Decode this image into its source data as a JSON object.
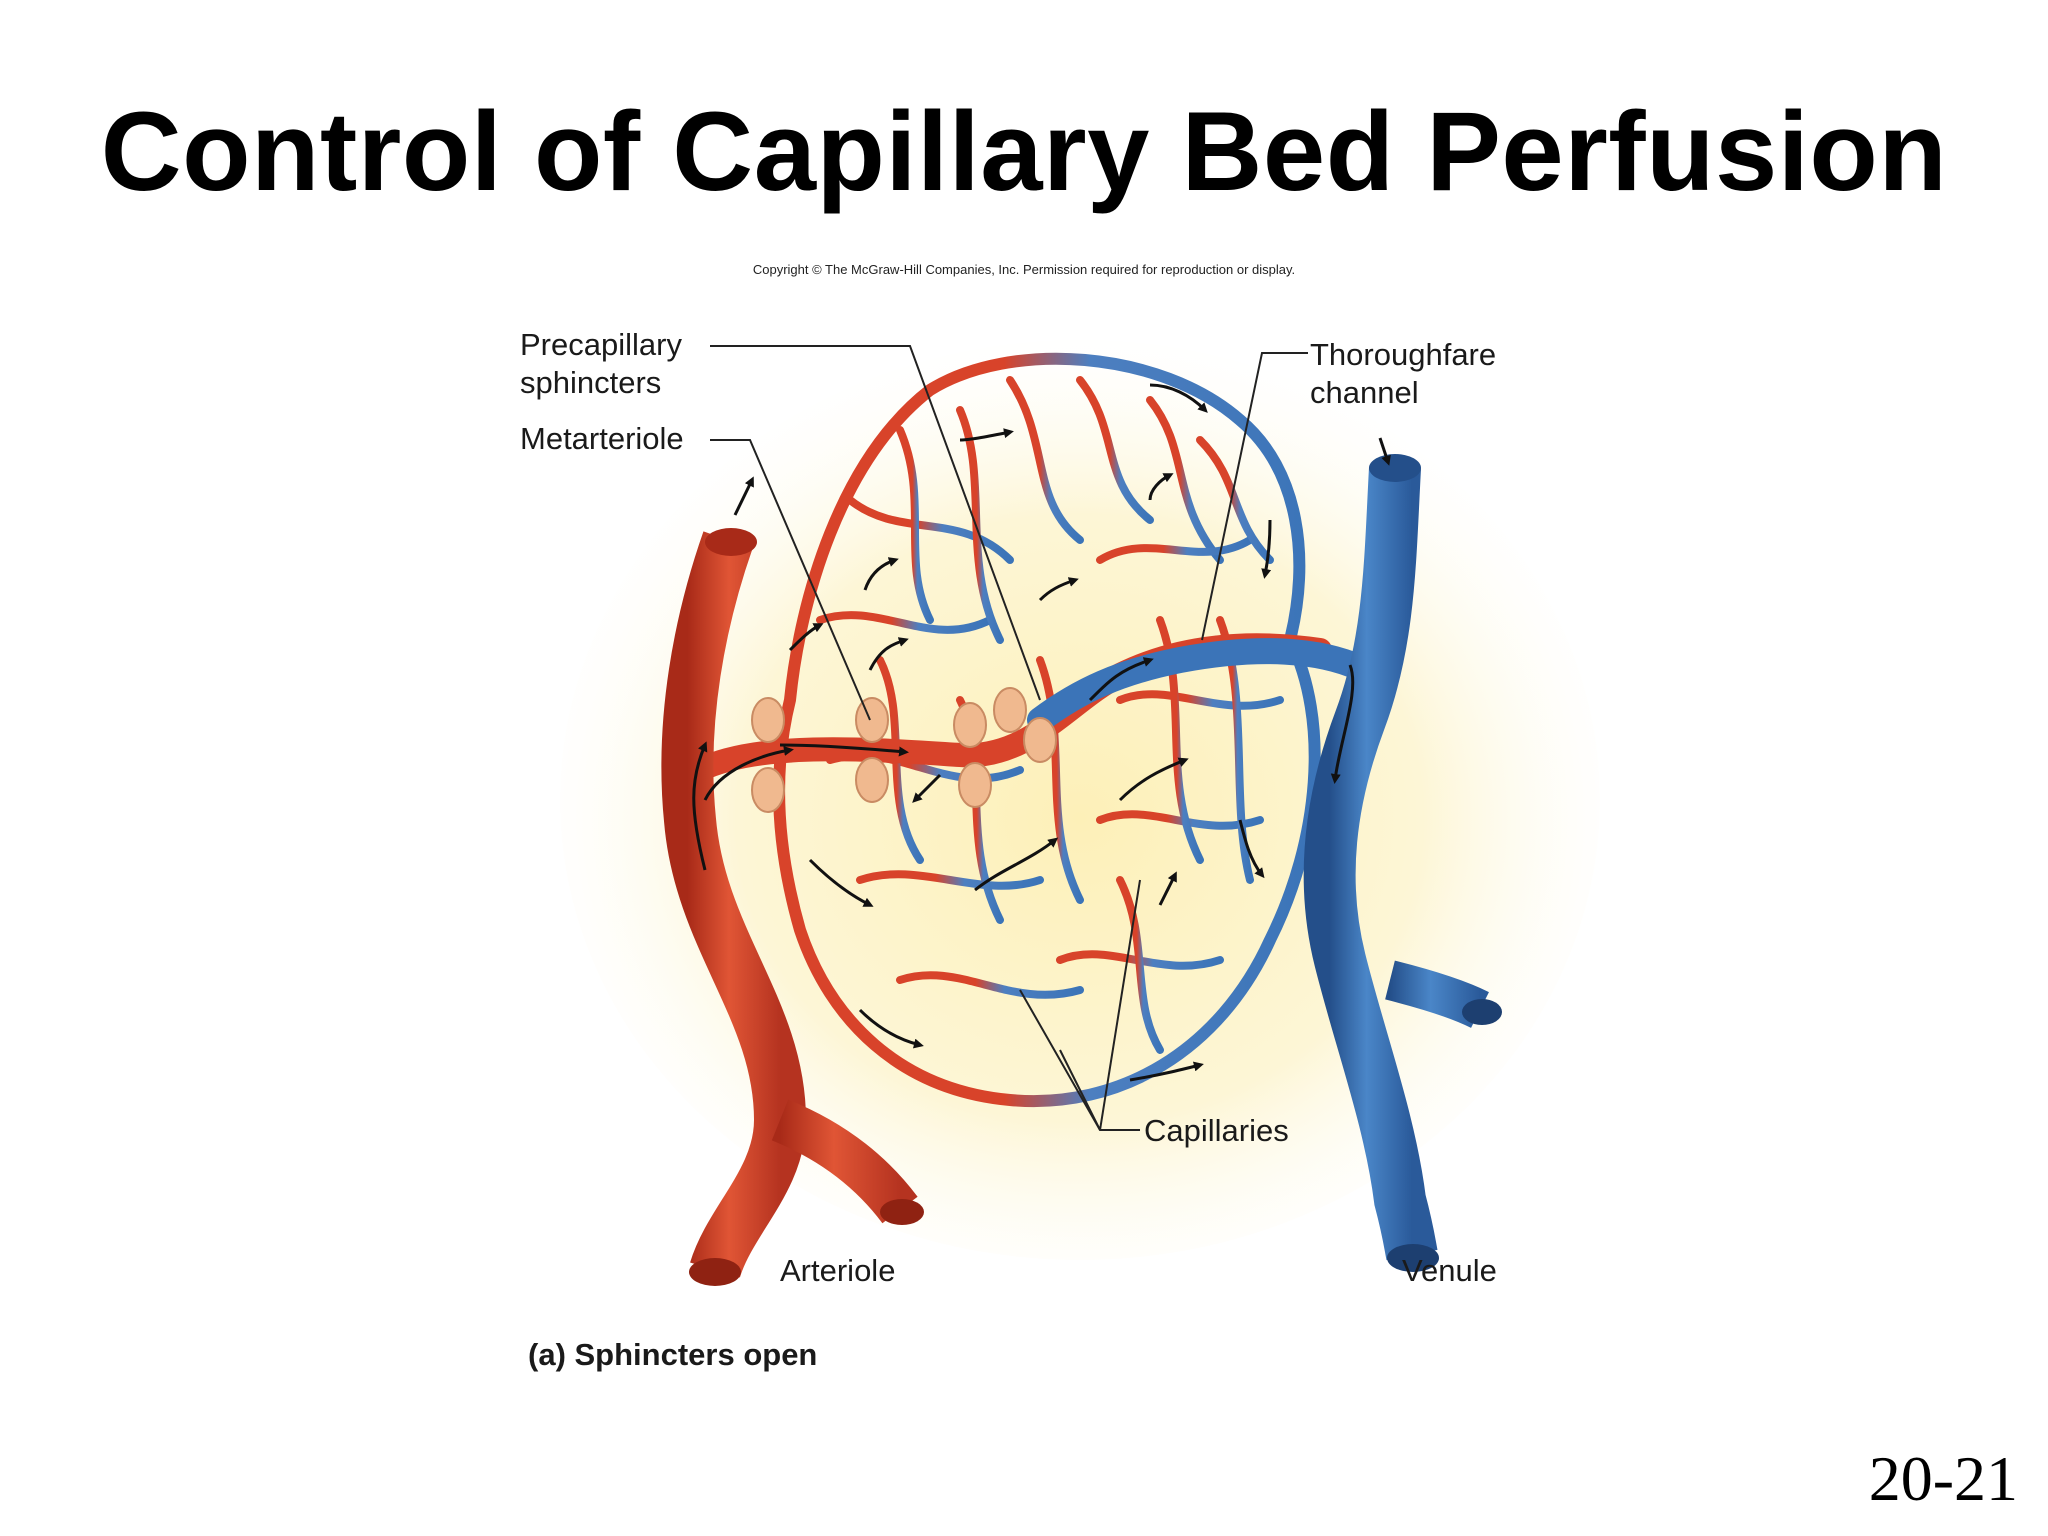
{
  "slide": {
    "title": "Control of Capillary Bed Perfusion",
    "copyright": "Copyright © The McGraw-Hill Companies, Inc. Permission required for reproduction or display.",
    "number": "20-21"
  },
  "figure": {
    "labels": {
      "precapillary_line1": "Precapillary",
      "precapillary_line2": "sphincters",
      "metarteriole": "Metarteriole",
      "thoroughfare_line1": "Thoroughfare",
      "thoroughfare_line2": "channel",
      "capillaries": "Capillaries",
      "arteriole": "Arteriole",
      "venule": "Venule"
    },
    "caption": "(a) Sphincters open",
    "colors": {
      "arterial": "#d8432a",
      "arterial_dark": "#a82a18",
      "venous": "#3b74b8",
      "venous_dark": "#244f8a",
      "sphincter": "#f0b98f",
      "glow": "#fbeeb5"
    }
  }
}
